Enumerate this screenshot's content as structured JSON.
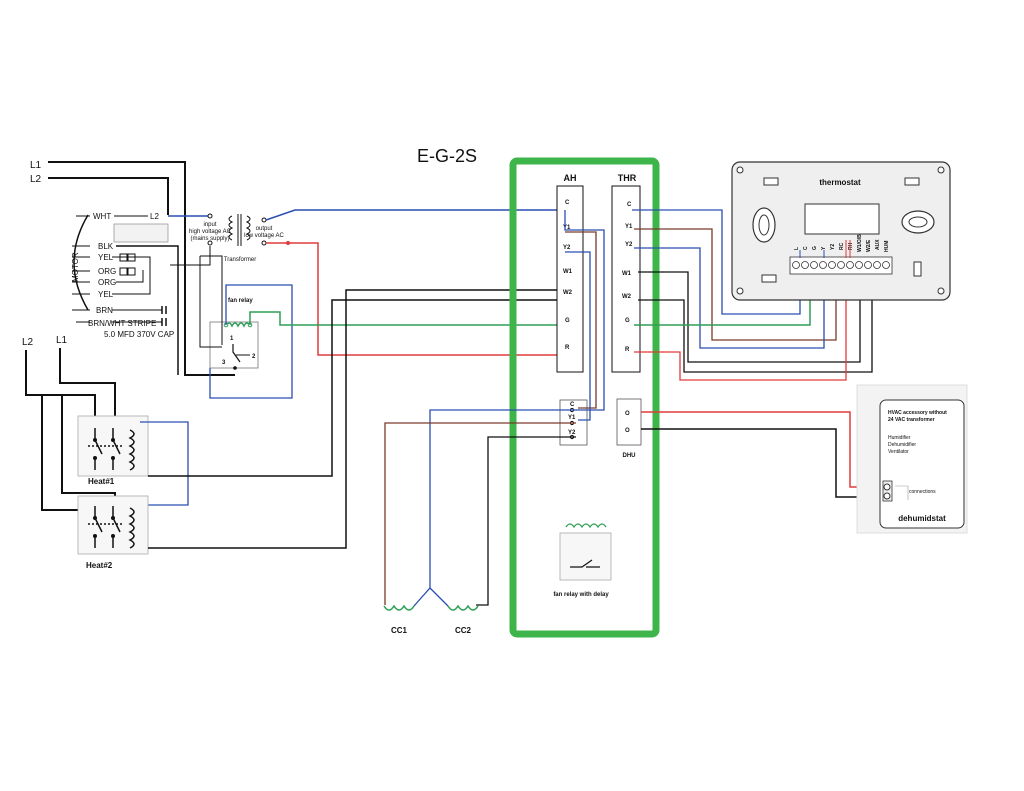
{
  "title": "E-G-2S",
  "lines": {
    "l1_top": "L1",
    "l2_top": "L2",
    "l2_left": "L2",
    "l1_left": "L1"
  },
  "motor": {
    "label": "MOTOR",
    "wires": [
      "WHT",
      "BLK",
      "YEL",
      "ORG",
      "ORG",
      "YEL",
      "BRN",
      "BRN/WHT STRIPE"
    ],
    "l2_tag": "L2",
    "cap": "5.0 MFD 370V CAP"
  },
  "transformer": {
    "input": [
      "input",
      "high voltage AC",
      "(mains supply)"
    ],
    "output": [
      "output",
      "low voltage AC"
    ],
    "label": "Transformer"
  },
  "fan_relay": {
    "label": "fan relay",
    "pins": [
      "1",
      "2",
      "3"
    ]
  },
  "heaters": [
    "Heat#1",
    "Heat#2"
  ],
  "ah": {
    "label": "AH",
    "terminals": [
      "C",
      "Y1",
      "Y2",
      "W1",
      "W2",
      "G",
      "R"
    ]
  },
  "thr": {
    "label": "THR",
    "terminals": [
      "C",
      "Y1",
      "Y2",
      "W1",
      "W2",
      "G",
      "R"
    ]
  },
  "cc_block": {
    "terminals": [
      "C",
      "Y1",
      "Y2"
    ]
  },
  "dhu": {
    "label": "DHU",
    "terminals": [
      "O",
      "O"
    ]
  },
  "delay_relay": {
    "label": "fan relay with delay"
  },
  "compressors": [
    "CC1",
    "CC2"
  ],
  "thermostat": {
    "label": "thermostat",
    "terminals": [
      "L",
      "C",
      "G",
      "Y",
      "Y2",
      "RC",
      "RH",
      "W1/O/B",
      "W2/E",
      "AUX",
      "HUM"
    ]
  },
  "dehumidistat": {
    "label": "dehumidstat",
    "lines": [
      "HVAC accessory without",
      "24 VAC transformer"
    ],
    "items": [
      "Humidifier",
      "Dehumidifier",
      "Ventilator"
    ],
    "connections": "connections"
  },
  "colors": {
    "green": "#3db54a",
    "blue": "#2a4fb4",
    "red": "#e23b3b",
    "brown": "#7a3a2a",
    "black": "#111111",
    "wire_green": "#2e9e55"
  }
}
